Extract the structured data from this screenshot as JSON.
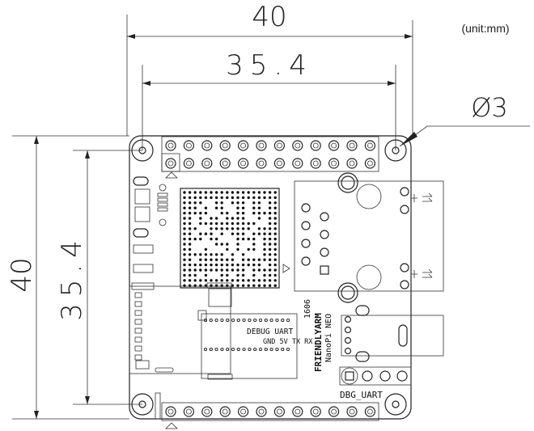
{
  "unit_note": "(unit:mm)",
  "dimensions": {
    "board_width": "40",
    "hole_spacing_x": "35.4",
    "board_height": "40",
    "hole_spacing_y": "35.4",
    "hole_diameter": "Ø3"
  },
  "silkscreen": {
    "brand": "FRIENDLYARM",
    "model": "NanoPi NEO",
    "date_code": "1606",
    "debug_header": "DEBUG UART",
    "debug_pins": "GND 5V TX RX",
    "dbg_uart_label": "DBG_UART"
  },
  "headers": {
    "top_columns": 12,
    "top_rows": 2,
    "bottom_columns": 12,
    "dbg_uart_pins": 4
  },
  "colors": {
    "line": "#222222",
    "background": "#ffffff"
  }
}
